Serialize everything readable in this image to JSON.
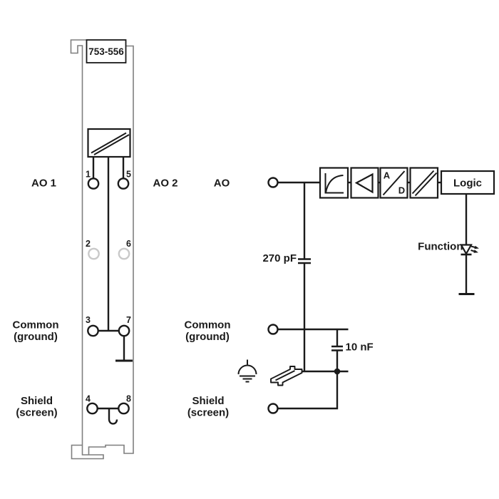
{
  "module": {
    "part_number": "753-556",
    "terminals": {
      "n1": "1",
      "n2": "2",
      "n3": "3",
      "n4": "4",
      "n5": "5",
      "n6": "6",
      "n7": "7",
      "n8": "8"
    }
  },
  "labels": {
    "ao1": "AO 1",
    "ao2": "AO 2",
    "ao": "AO",
    "common": "Common",
    "common_sub": "(ground)",
    "shield": "Shield",
    "shield_sub": "(screen)"
  },
  "circuit": {
    "filter_cap": "270 pF",
    "ground_cap": "10 nF",
    "logic": "Logic",
    "function_led": "Function",
    "converter_a": "A",
    "converter_d": "D"
  },
  "colors": {
    "wire": "#1a1a1a",
    "module_outline": "#7f7f7f",
    "inactive_terminal": "#c9c9c9",
    "background": "#ffffff"
  }
}
